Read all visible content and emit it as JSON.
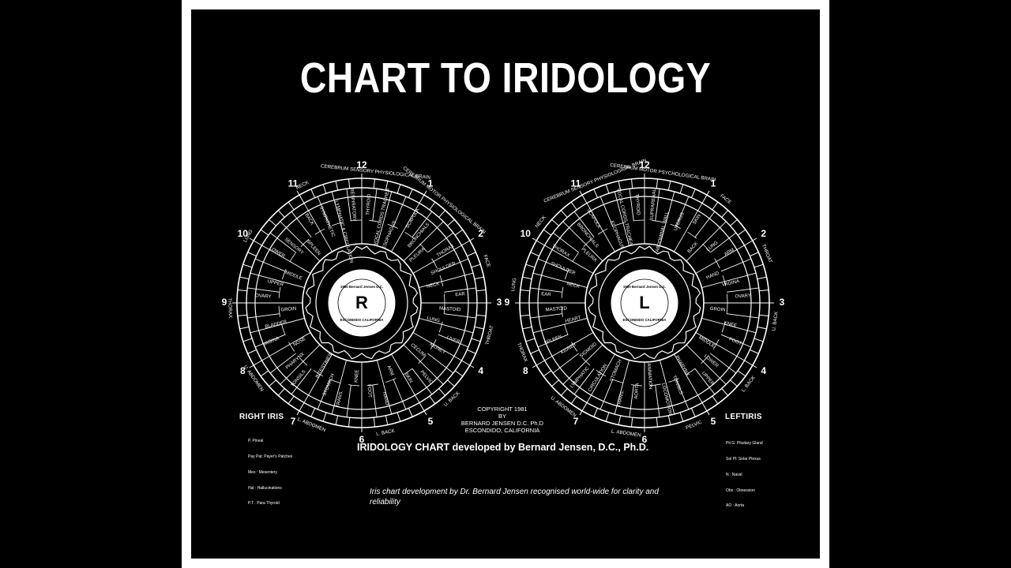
{
  "title": "CHART TO IRIDOLOGY",
  "colors": {
    "background": "#000000",
    "frame": "#ffffff",
    "ink": "#ffffff"
  },
  "right_iris": {
    "heading": "RIGHT IRIS",
    "center_letter": "R",
    "center_top": "1980 Bernard Jensen D.C.",
    "center_bottom": "ESCONDIDO CALIFORNIA",
    "legend": [
      "P. Pineal",
      "Pay Pat: Payer's Patches",
      "Mes : Mesentery",
      "Hal : Hallucinations",
      "P.T : Para Thyroid"
    ],
    "hours": [
      "12",
      "1",
      "2",
      "3",
      "4",
      "5",
      "6",
      "7",
      "8",
      "9",
      "10",
      "11"
    ],
    "outer_labels": [
      "CEREBRUM SENSORY PHYSIOLOGICAL BRAIN",
      "CEREBRUM MOTOR PHYSIOLOGICAL BRAIN",
      "FACE",
      "THROAT",
      "U. BACK",
      "L. BACK",
      "L. ABDOMEN",
      "U. ABDOMEN",
      "THORAX",
      "LUNG",
      "NECK"
    ],
    "zone_labels": [
      "THYROID",
      "VOCAL CORDS TRACHEA",
      "ESOPHAGUS",
      "SCAPULA",
      "BRONCHIALS",
      "PLEURA",
      "THORAX",
      "SHOULDER",
      "NECK",
      "EAR",
      "MASTOID",
      "LUNG",
      "LIVER",
      "KIDNEY",
      "CECUM",
      "PELVIC",
      "SKIN",
      "ARM",
      "HAND",
      "FOOT",
      "KNEE",
      "TRANS.",
      "STOMACH",
      "INTESTINES",
      "TONSILS",
      "PHARYNX",
      "NOSE",
      "VAGINA",
      "BLADDER",
      "GROIN",
      "OVARY",
      "UPPER",
      "MIDDLE",
      "LOWER",
      "SENSORY",
      "SPLEEN",
      "BACK",
      "SYMPATHETIC",
      "LYMPHATIC & CIRCULATION",
      "RESPIRATORY"
    ]
  },
  "left_iris": {
    "heading": "LEFTIRIS",
    "center_letter": "L",
    "center_top": "1980 Bernard Jensen D.C.",
    "center_bottom": "ESCONDIDO CALIFORNIA",
    "legend": [
      "Pit G: Pituitary Gland",
      "Sol Pl: Solar Plexus",
      "N : Naval",
      "Obs : Obsession",
      "AO : Aorta"
    ],
    "hours": [
      "12",
      "1",
      "2",
      "3",
      "4",
      "5",
      "6",
      "7",
      "8",
      "9",
      "10",
      "11"
    ],
    "outer_labels": [
      "CEREBRUM MOTOR PSYCHOLOGICAL BRAIN",
      "CEREBRUM SENSORY PHYSIOLOGICAL BRAIN",
      "NECK",
      "LUNG",
      "THORAX",
      "U. ABDOMEN",
      "L. ABDOMEN",
      "PELVIC",
      "L. BACK",
      "U. BACK",
      "THROAT",
      "FACE"
    ],
    "zone_labels": [
      "THYROID",
      "VOCAL CORDS TRACHEA",
      "ESOPHAGUS",
      "SCAPULA",
      "BRONCHIALS",
      "PLEURA",
      "THORAX",
      "SHOULDER",
      "NECK",
      "EAR",
      "MASTOID",
      "HEART",
      "SPLEEN",
      "KIDNEY",
      "SIGMOID",
      "LYMPHATIC",
      "CIRCULATION",
      "STOMACH",
      "TRANS.",
      "AORTA",
      "ANIMATION",
      "LOCOMOTION",
      "TONSILS",
      "PHARYNX",
      "UPPER",
      "LOWER",
      "MIDDLE",
      "FOOT",
      "KNEE",
      "GROIN",
      "OVARY",
      "VAGINA",
      "HAND",
      "ARM",
      "LUNG",
      "BACK",
      "SKIN",
      "UTERUS",
      "ABDOMINAL WALL",
      "SUPRARENAL"
    ]
  },
  "copyright": [
    "COPYRIGHT 1981",
    "BY",
    "BERNARD JENSEN D.C. Ph.D",
    "ESCONDIDO, CALIFORNIA"
  ],
  "subtitle": "IRIDOLOGY CHART developed by Bernard Jensen, D.C., Ph.D.",
  "note": "Iris chart development by Dr. Bernard Jensen recognised world-wide for clarity and reliability"
}
